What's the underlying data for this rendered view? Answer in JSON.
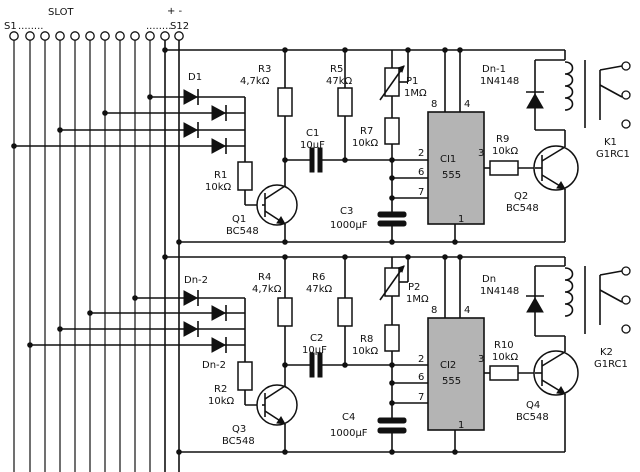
{
  "header": {
    "slot": "SLOT",
    "s1": "S1",
    "s12": "S12",
    "dots_left": "........",
    "dots_right": "........",
    "polarity": "+ -"
  },
  "upper": {
    "d1": "D1",
    "r3": "R3",
    "r3v": "4,7kΩ",
    "r5": "R5",
    "r5v": "47kΩ",
    "p1": "P1",
    "p1v": "1MΩ",
    "dn1": "Dn-1",
    "dn1v": "1N4148",
    "c1": "C1",
    "c1v": "10µF",
    "r7": "R7",
    "r7v": "10kΩ",
    "r1": "R1",
    "r1v": "10kΩ",
    "q1": "Q1",
    "q1v": "BC548",
    "c3": "C3",
    "c3v": "1000µF",
    "ic": "CI1",
    "icv": "555",
    "r9": "R9",
    "r9v": "10kΩ",
    "q2": "Q2",
    "q2v": "BC548",
    "k1": "K1",
    "k1v": "G1RC1",
    "pins": {
      "p8": "8",
      "p4": "4",
      "p2": "2",
      "p6": "6",
      "p7": "7",
      "p3": "3",
      "p1": "1"
    }
  },
  "lower": {
    "dn2a": "Dn-2",
    "dn2b": "Dn-2",
    "r4": "R4",
    "r4v": "4,7kΩ",
    "r6": "R6",
    "r6v": "47kΩ",
    "p2": "P2",
    "p2v": "1MΩ",
    "dn": "Dn",
    "dnv": "1N4148",
    "c2": "C2",
    "c2v": "10µF",
    "r8": "R8",
    "r8v": "10kΩ",
    "r2": "R2",
    "r2v": "10kΩ",
    "q3": "Q3",
    "q3v": "BC548",
    "c4": "C4",
    "c4v": "1000µF",
    "ic": "CI2",
    "icv": "555",
    "r10": "R10",
    "r10v": "10kΩ",
    "q4": "Q4",
    "q4v": "BC548",
    "k2": "K2",
    "k2v": "G1RC1",
    "pins": {
      "p8": "8",
      "p4": "4",
      "p2": "2",
      "p6": "6",
      "p7": "7",
      "p3": "3",
      "p1": "1"
    }
  }
}
